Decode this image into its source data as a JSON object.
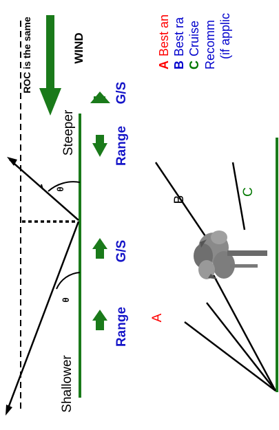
{
  "labels": {
    "roc": "ROC is the same",
    "wind": "WIND",
    "steeper": "Steeper",
    "shallower": "Shallower",
    "gs_top": "G/S",
    "range_top": "Range",
    "gs_bottom": "G/S",
    "range_bottom": "Range",
    "theta_top": "θ",
    "theta_bottom": "θ",
    "line_a": "A",
    "line_b": "B",
    "line_c": "C"
  },
  "legend": [
    {
      "letter": "A",
      "text": "Best an",
      "color": "#ff0000"
    },
    {
      "letter": "B",
      "text": "Best ra",
      "color": "#0000cc"
    },
    {
      "letter": "C",
      "text": "Cruise",
      "color": "#007700"
    },
    {
      "letter": "",
      "text": "Recomm",
      "color": "#0000cc"
    },
    {
      "letter": "",
      "text": "(if applic",
      "color": "#0000cc"
    }
  ],
  "colors": {
    "ground": "#1a7a1a",
    "arrow_green": "#1a7a1a",
    "label_blue": "#1515c8",
    "black": "#000000",
    "red": "#ff0000"
  },
  "icons": {
    "tree": "tree-icon",
    "wind_arrow": "wind-arrow-icon"
  }
}
